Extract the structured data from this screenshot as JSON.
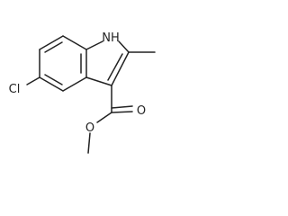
{
  "molecule": {
    "atom_labels": {
      "nh": "NH",
      "chlorine": "Cl",
      "carbonyl_oxygen": "O",
      "ester_oxygen": "O"
    },
    "colors": {
      "bond": "#222222",
      "text": "#222222",
      "background": "#ffffff"
    }
  }
}
